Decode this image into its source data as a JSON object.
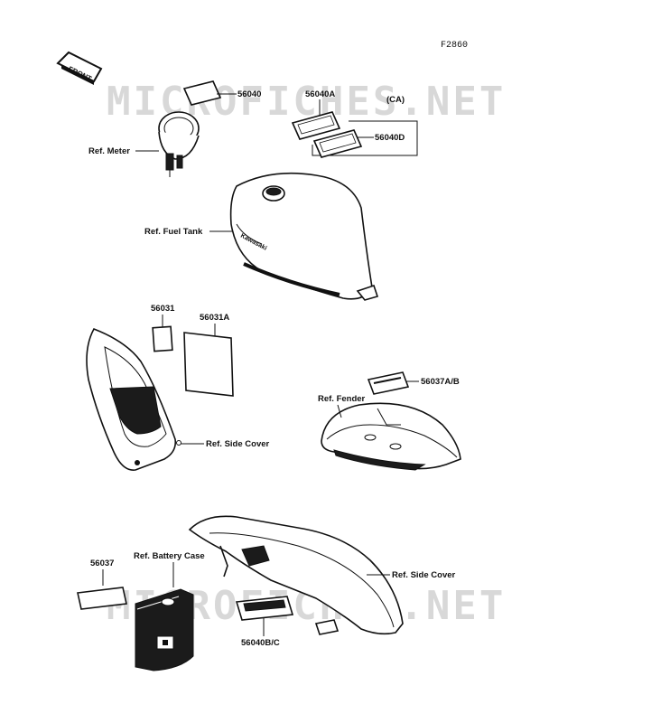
{
  "figure_code": "F2860",
  "front_label": "FRONT",
  "watermark": "MICROFICHES.NET",
  "labels": {
    "p56040": "56040",
    "p56040A": "56040A",
    "ca": "(CA)",
    "p56040D": "56040D",
    "ref_meter": "Ref. Meter",
    "ref_fuel_tank": "Ref. Fuel Tank",
    "p56031": "56031",
    "p56031A": "56031A",
    "ref_side_cover_1": "Ref. Side Cover",
    "p56037AB": "56037A/B",
    "ref_fender": "Ref. Fender",
    "p56037": "56037",
    "ref_battery_case": "Ref. Battery Case",
    "ref_side_cover_2": "Ref. Side Cover",
    "p56040BC": "56040B/C"
  }
}
